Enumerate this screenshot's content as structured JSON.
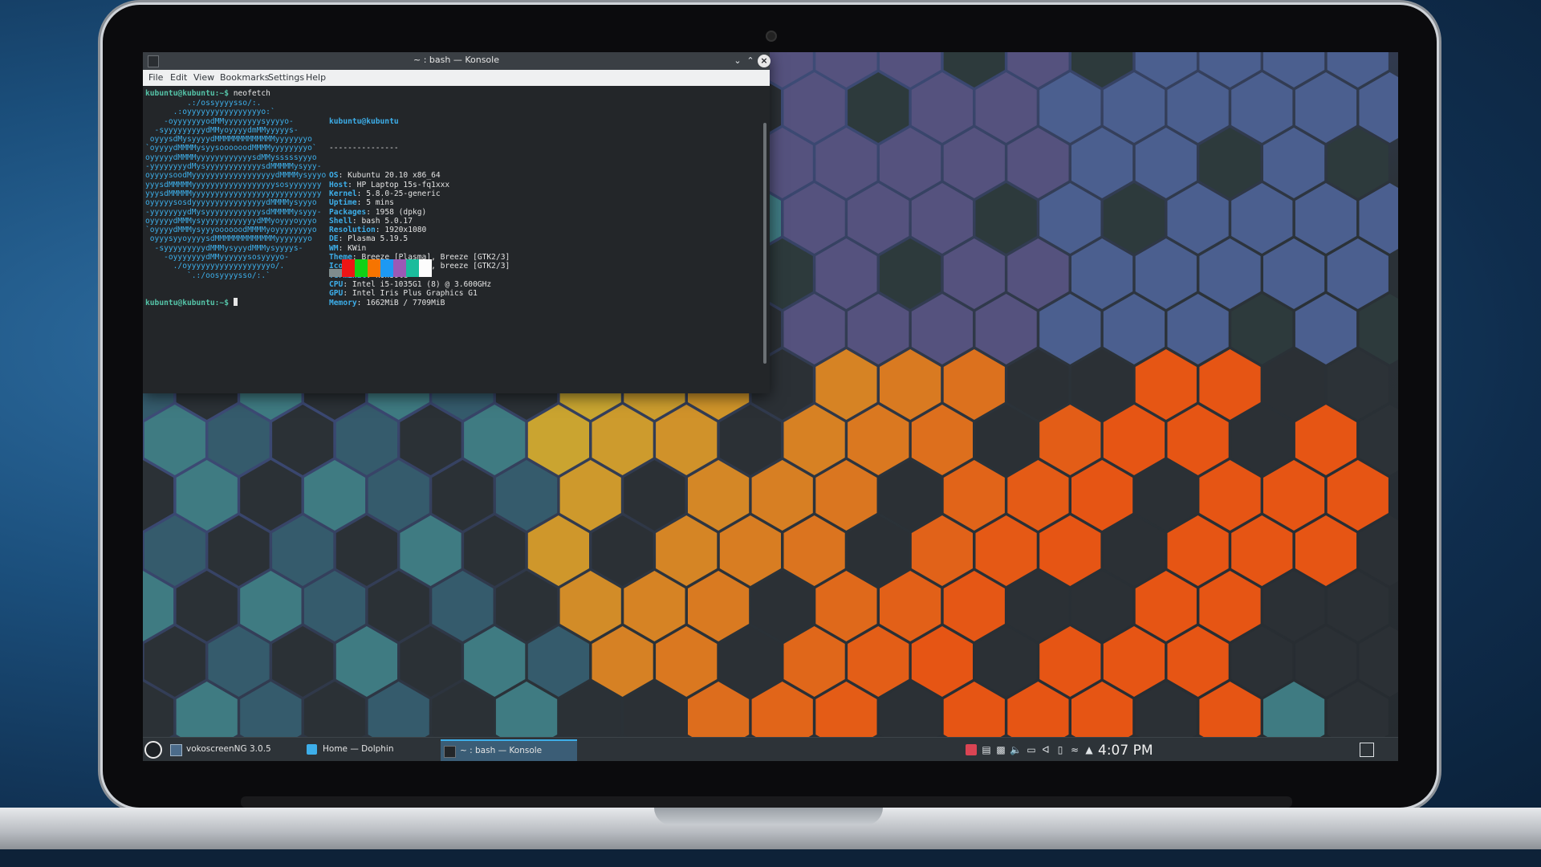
{
  "konsole": {
    "title": "~ : bash — Konsole",
    "menu": [
      "File",
      "Edit",
      "View",
      "Bookmarks",
      "Settings",
      "Help"
    ],
    "prompt": "kubuntu@kubuntu:~$ ",
    "command": "neofetch",
    "logo_lines": [
      "         .:/ossyyyysso/:.",
      "      .:oyyyyyyyyyyyyyyyyo:`",
      "    -oyyyyyyyodMMyyyyyyyysyyyyo-",
      "  -syyyyyyyyydMMyoyyyydmMMyyyyys-",
      " oyyysdMysyyyydMMMMMMMMMMMMMyyyyyyyo",
      "`oyyyydMMMMysyysoooooodMMMMyyyyyyyyo`",
      "oyyyyydMMMMyyyyyyyyyyyysdMMysssssyyyo",
      "-yyyyyyyydMysyyyyyyyyyyyysdMMMMMysyyy-",
      "oyyyysoodMyyyyyyyyyyyyyyyyyydMMMMysyyyo",
      "yyysdMMMMMyyyyyyyyyyyyyyyyyysosyyyyyyy",
      "yyysdMMMMMyyyyyyyyyyyyyyyyyyyyyyyyyyyy",
      "oyyyyysosdyyyyyyyyyyyyyyyydMMMMysyyyo",
      "-yyyyyyyydMysyyyyyyyyyyyysdMMMMMysyyy-",
      "oyyyyydMMMysyyyyyyyyyyyydMMyoyyyoyyyo",
      "`oyyyydMMMysyyyoooooodMMMMyoyyyyyyyyo",
      " oyyysyyoyyyysdMMMMMMMMMMMMMyyyyyyyo",
      "  -syyyyyyyyydMMMysyyydMMMysyyyys-",
      "    -oyyyyyyydMMyyyyyysosyyyyo-",
      "      ./oyyyyyyyyyyyyyyyyyyo/.",
      "         `.:/oosyyyysso/:.`"
    ],
    "info_header": "kubuntu@kubuntu",
    "info_sep": "---------------",
    "info": [
      {
        "key": "OS",
        "value": "Kubuntu 20.10 x86_64"
      },
      {
        "key": "Host",
        "value": "HP Laptop 15s-fq1xxx"
      },
      {
        "key": "Kernel",
        "value": "5.8.0-25-generic"
      },
      {
        "key": "Uptime",
        "value": "5 mins"
      },
      {
        "key": "Packages",
        "value": "1958 (dpkg)"
      },
      {
        "key": "Shell",
        "value": "bash 5.0.17"
      },
      {
        "key": "Resolution",
        "value": "1920x1080"
      },
      {
        "key": "DE",
        "value": "Plasma 5.19.5"
      },
      {
        "key": "WM",
        "value": "KWin"
      },
      {
        "key": "Theme",
        "value": "Breeze [Plasma], Breeze [GTK2/3]"
      },
      {
        "key": "Icons",
        "value": "breeze [Plasma], breeze [GTK2/3]"
      },
      {
        "key": "Terminal",
        "value": "konsole"
      },
      {
        "key": "CPU",
        "value": "Intel i5-1035G1 (8) @ 3.600GHz"
      },
      {
        "key": "GPU",
        "value": "Intel Iris Plus Graphics G1"
      },
      {
        "key": "Memory",
        "value": "1662MiB / 7709MiB"
      }
    ],
    "palette_colors": [
      "#7f8c8d",
      "#ed1515",
      "#11d116",
      "#f67400",
      "#1d99f3",
      "#9b59b6",
      "#1abc9c",
      "#fcfcfc"
    ]
  },
  "taskbar": {
    "tasks": [
      {
        "label": "vokoscreenNG 3.0.5"
      },
      {
        "label": "Home — Dolphin"
      },
      {
        "label": "~ : bash — Konsole"
      }
    ],
    "clock": "4:07 PM"
  },
  "colors": {
    "accent": "#3daee9",
    "prompt": "#55c4a8",
    "panel": "#2d3338"
  }
}
